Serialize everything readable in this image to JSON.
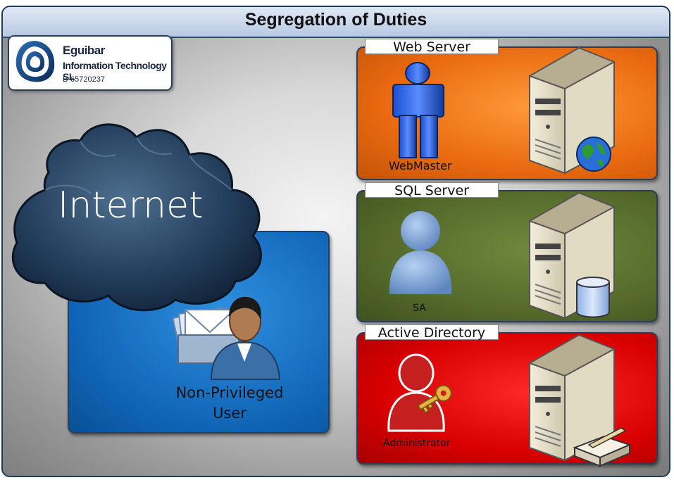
{
  "title": "Segregation of Duties",
  "logo": {
    "line1": "Eguibar",
    "line2": "Information Technology SL",
    "line3": "B-65720237"
  },
  "cloud": {
    "label": "Internet"
  },
  "user": {
    "line1": "Non-Privileged",
    "line2": "User"
  },
  "panels": {
    "web": {
      "label": "Web Server",
      "role": "WebMaster",
      "color": "#ec6a10"
    },
    "sql": {
      "label": "SQL Server",
      "role": "SA",
      "color": "#566a2c"
    },
    "ad": {
      "label": "Active Directory",
      "role": "Administrator",
      "color": "#d80000"
    }
  },
  "colors": {
    "user_panel": "#1a76c9",
    "cloud": "#1e3550",
    "frame_border": "#1f3b5a"
  },
  "icons": [
    "eguibar-logo-icon",
    "cloud-icon",
    "user-with-mail-icon",
    "webmaster-person-icon",
    "sa-person-icon",
    "administrator-person-key-icon",
    "web-server-tower-icon",
    "globe-icon",
    "sql-server-tower-icon",
    "database-icon",
    "ad-server-tower-icon",
    "directory-book-icon"
  ]
}
